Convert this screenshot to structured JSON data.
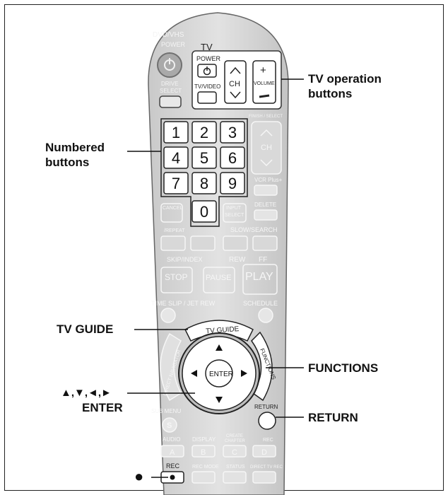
{
  "remote": {
    "top_left": {
      "heading": "DVD/VHS",
      "power_label": "POWER",
      "drive_select_label": "DRIVE\nSELECT"
    },
    "tv_block": {
      "heading": "TV",
      "power_label": "POWER",
      "tv_video_label": "TV/VIDEO",
      "ch_label": "CH",
      "volume_label": "VOLUME"
    },
    "right_column": {
      "ch_label": "CH",
      "ch_heading": "FINISH / SELECT",
      "vcr_plus_label": "VCR Plus+",
      "delete_label": "DELETE"
    },
    "numbers": [
      "1",
      "2",
      "3",
      "4",
      "5",
      "6",
      "7",
      "8",
      "9",
      "0"
    ],
    "cancel_label": "CANCEL",
    "input_select_label": "INPUT\nSELECT",
    "transport": {
      "row1_labels": [
        "/REPEAT",
        "SLOW/SEARCH"
      ],
      "row2_labels": [
        "SKIP/INDEX",
        "REW",
        "FF"
      ],
      "stop_label": "STOP",
      "pause_label": "PAUSE",
      "play_label": "PLAY"
    },
    "time_slip_label": "TIME SLIP / JET REW",
    "schedule_label": "SCHEDULE",
    "tv_guide_label": "TV GUIDE",
    "direct_navigator_label": "DIRECT NAVIGATOR",
    "functions_label": "FUNCTIONS",
    "enter_label": "ENTER",
    "sub_menu_label": "SUB MENU",
    "sub_menu_glyph": "S",
    "return_label": "RETURN",
    "bottom_row1_labels": [
      "AUDIO",
      "DISPLAY",
      "CREATE\nCHAPTER",
      "REC"
    ],
    "color_letters": [
      "A",
      "B",
      "C",
      "D"
    ],
    "bottom_row2_labels": [
      "REC",
      "REC MODE",
      "STATUS",
      "DIRECT TV REC"
    ]
  },
  "callouts": {
    "tv_operation": "TV operation\nbuttons",
    "numbered": "Numbered\nbuttons",
    "tv_guide": "TV GUIDE",
    "arrows": "▲,▼,◄,►",
    "enter": "ENTER",
    "functions": "FUNCTIONS",
    "return": "RETURN",
    "rec_symbol": "●"
  }
}
